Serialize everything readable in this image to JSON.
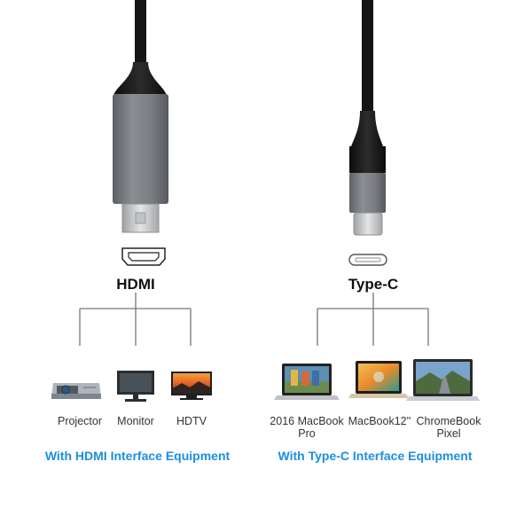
{
  "hdmi": {
    "title": "HDMI",
    "devices": [
      {
        "label": "Projector",
        "icon": "projector-icon"
      },
      {
        "label": "Monitor",
        "icon": "monitor-icon"
      },
      {
        "label": "HDTV",
        "icon": "hdtv-icon"
      }
    ],
    "footer": "With HDMI Interface Equipment"
  },
  "typec": {
    "title": "Type-C",
    "devices": [
      {
        "label": "2016 MacBook\nPro",
        "icon": "macbook-pro-icon"
      },
      {
        "label": "MacBook12''",
        "icon": "macbook-icon"
      },
      {
        "label": "ChromeBook\nPixel",
        "icon": "chromebook-pixel-icon"
      }
    ],
    "footer": "With Type-C Interface Equipment"
  },
  "colors": {
    "accent": "#1a8fe0",
    "cable": "#1a1a1a",
    "housing": "#7c7f84",
    "connector": "#c9cbcd"
  }
}
